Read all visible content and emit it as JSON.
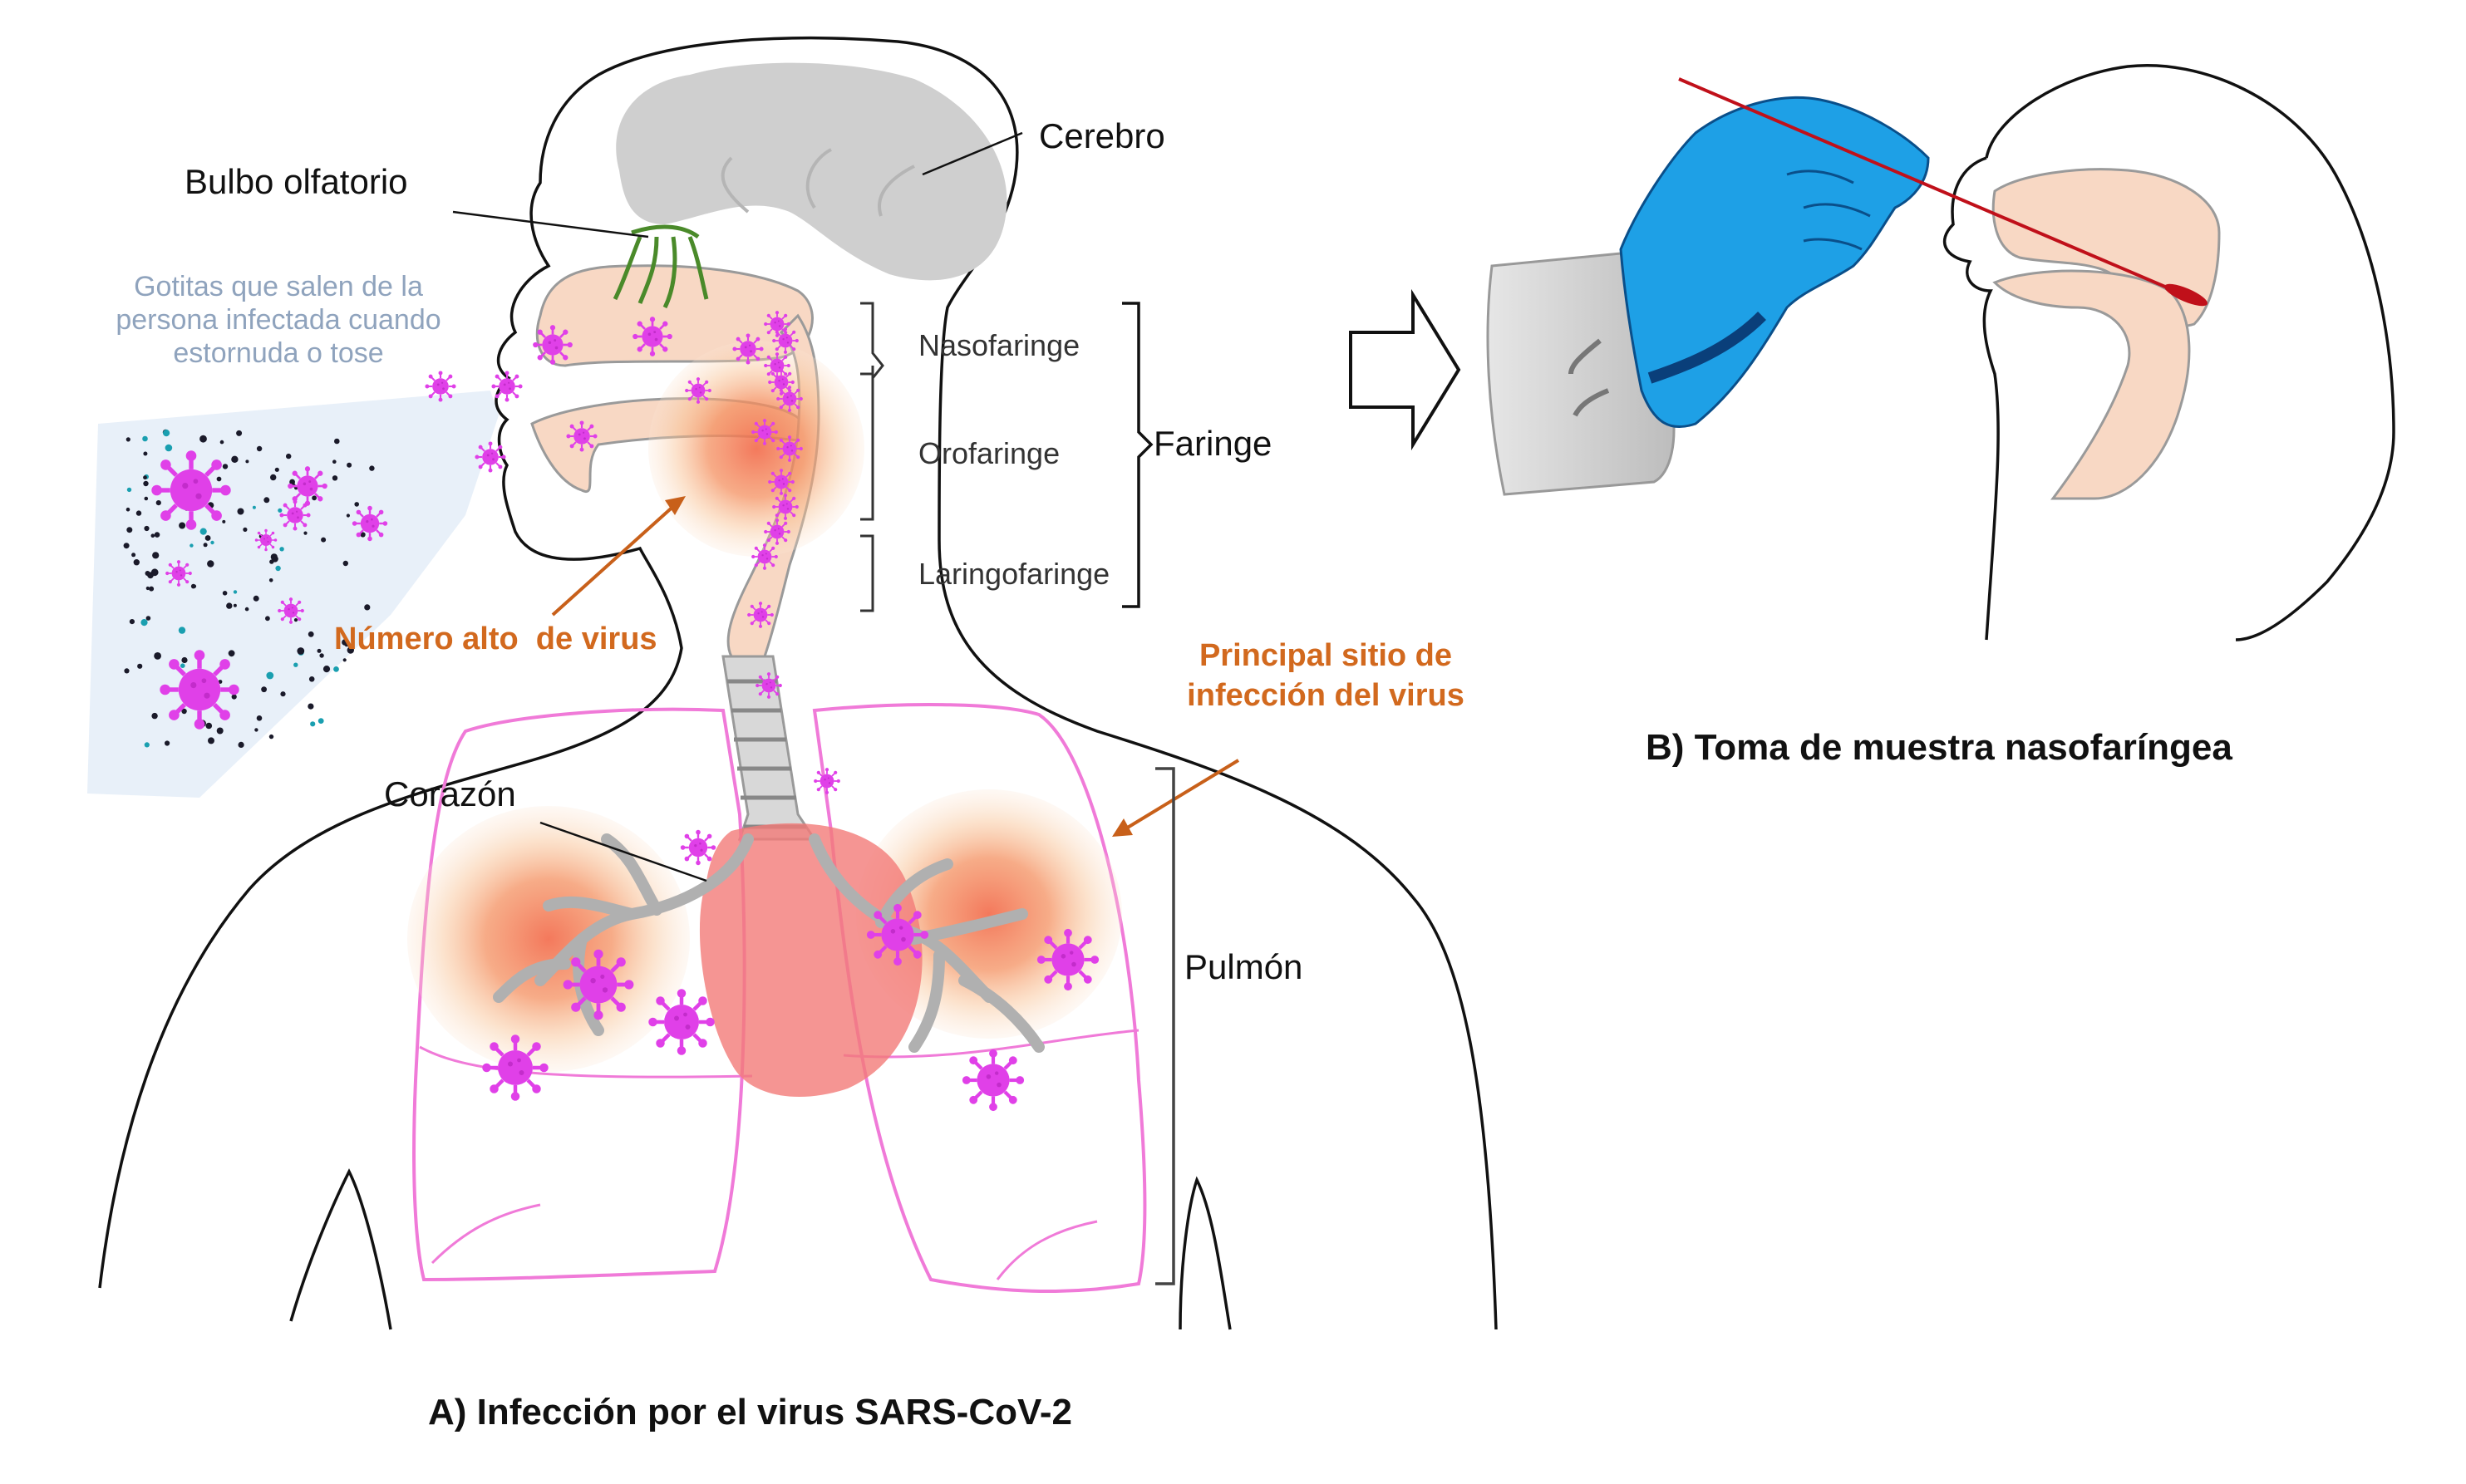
{
  "panel_a": {
    "labels": {
      "bulbo": "Bulbo olfatorio",
      "cerebro": "Cerebro",
      "gotitas": "Gotitas que salen de la persona infectada cuando estornuda o tose",
      "nasofaringe": "Nasofaringe",
      "orofaringe": "Orofaringe",
      "laringofaringe": "Laringofaringe",
      "faringe": "Faringe",
      "numero_alto": "Número alto  de virus",
      "principal_sitio": "Principal sitio de infección del virus",
      "corazon": "Corazón",
      "pulmon": "Pulmón"
    },
    "caption": "A) Infección por el virus SARS-CoV-2"
  },
  "panel_b": {
    "caption": "B) Toma de muestra nasofaríngea"
  },
  "colors": {
    "virus": "#e040e8",
    "lung_outline": "#f07ad8",
    "glove": "#1ea0e6",
    "swab": "#c0101a",
    "accent_text": "#d2691e",
    "droplet_text": "#8fa3bd",
    "tissue": "#f8d8c4",
    "brain": "#cfcfcf",
    "heart": "#f27a78"
  }
}
